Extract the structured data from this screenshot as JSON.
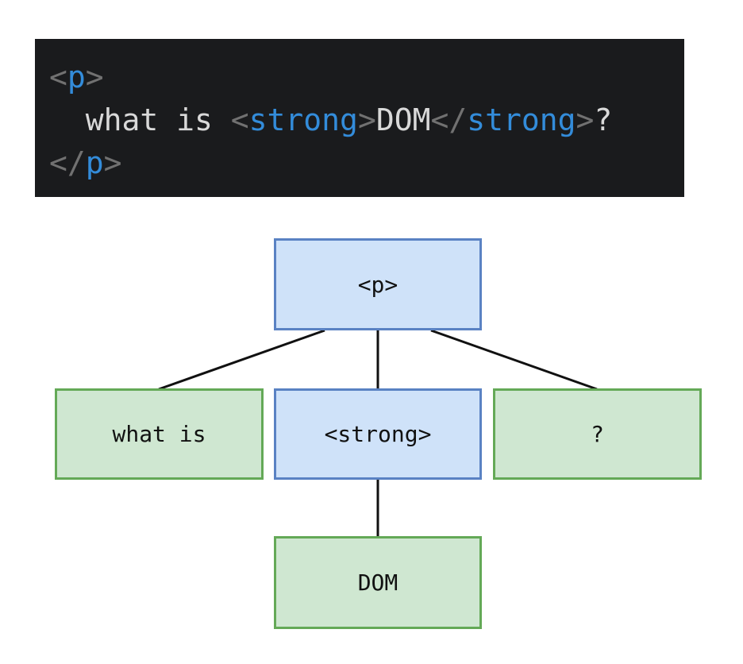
{
  "code_block": {
    "background": "#1a1b1d",
    "syntax_colors": {
      "tag": "#338cda",
      "punct": "#717171",
      "text": "#d9d9d9"
    },
    "lines": [
      {
        "segments": [
          {
            "text": "<",
            "type": "punct"
          },
          {
            "text": "p",
            "type": "tag"
          },
          {
            "text": ">",
            "type": "punct"
          }
        ]
      },
      {
        "segments": [
          {
            "text": "  what is ",
            "type": "text"
          },
          {
            "text": "<",
            "type": "punct"
          },
          {
            "text": "strong",
            "type": "tag"
          },
          {
            "text": ">",
            "type": "punct"
          },
          {
            "text": "DOM",
            "type": "text"
          },
          {
            "text": "</",
            "type": "punct"
          },
          {
            "text": "strong",
            "type": "tag"
          },
          {
            "text": ">",
            "type": "punct"
          },
          {
            "text": "?",
            "type": "text"
          }
        ]
      },
      {
        "segments": [
          {
            "text": "</",
            "type": "punct"
          },
          {
            "text": "p",
            "type": "tag"
          },
          {
            "text": ">",
            "type": "punct"
          }
        ]
      }
    ]
  },
  "tree": {
    "nodes": {
      "p": {
        "label": "<p>",
        "kind": "element"
      },
      "what_is": {
        "label": "what is",
        "kind": "text"
      },
      "strong": {
        "label": "<strong>",
        "kind": "element"
      },
      "question": {
        "label": "?",
        "kind": "text"
      },
      "dom": {
        "label": "DOM",
        "kind": "text"
      }
    },
    "colors": {
      "element_fill": "#cfe2f9",
      "element_border": "#5a82c3",
      "text_fill": "#cfe7d1",
      "text_border": "#64a957",
      "connector": "#111111"
    }
  }
}
